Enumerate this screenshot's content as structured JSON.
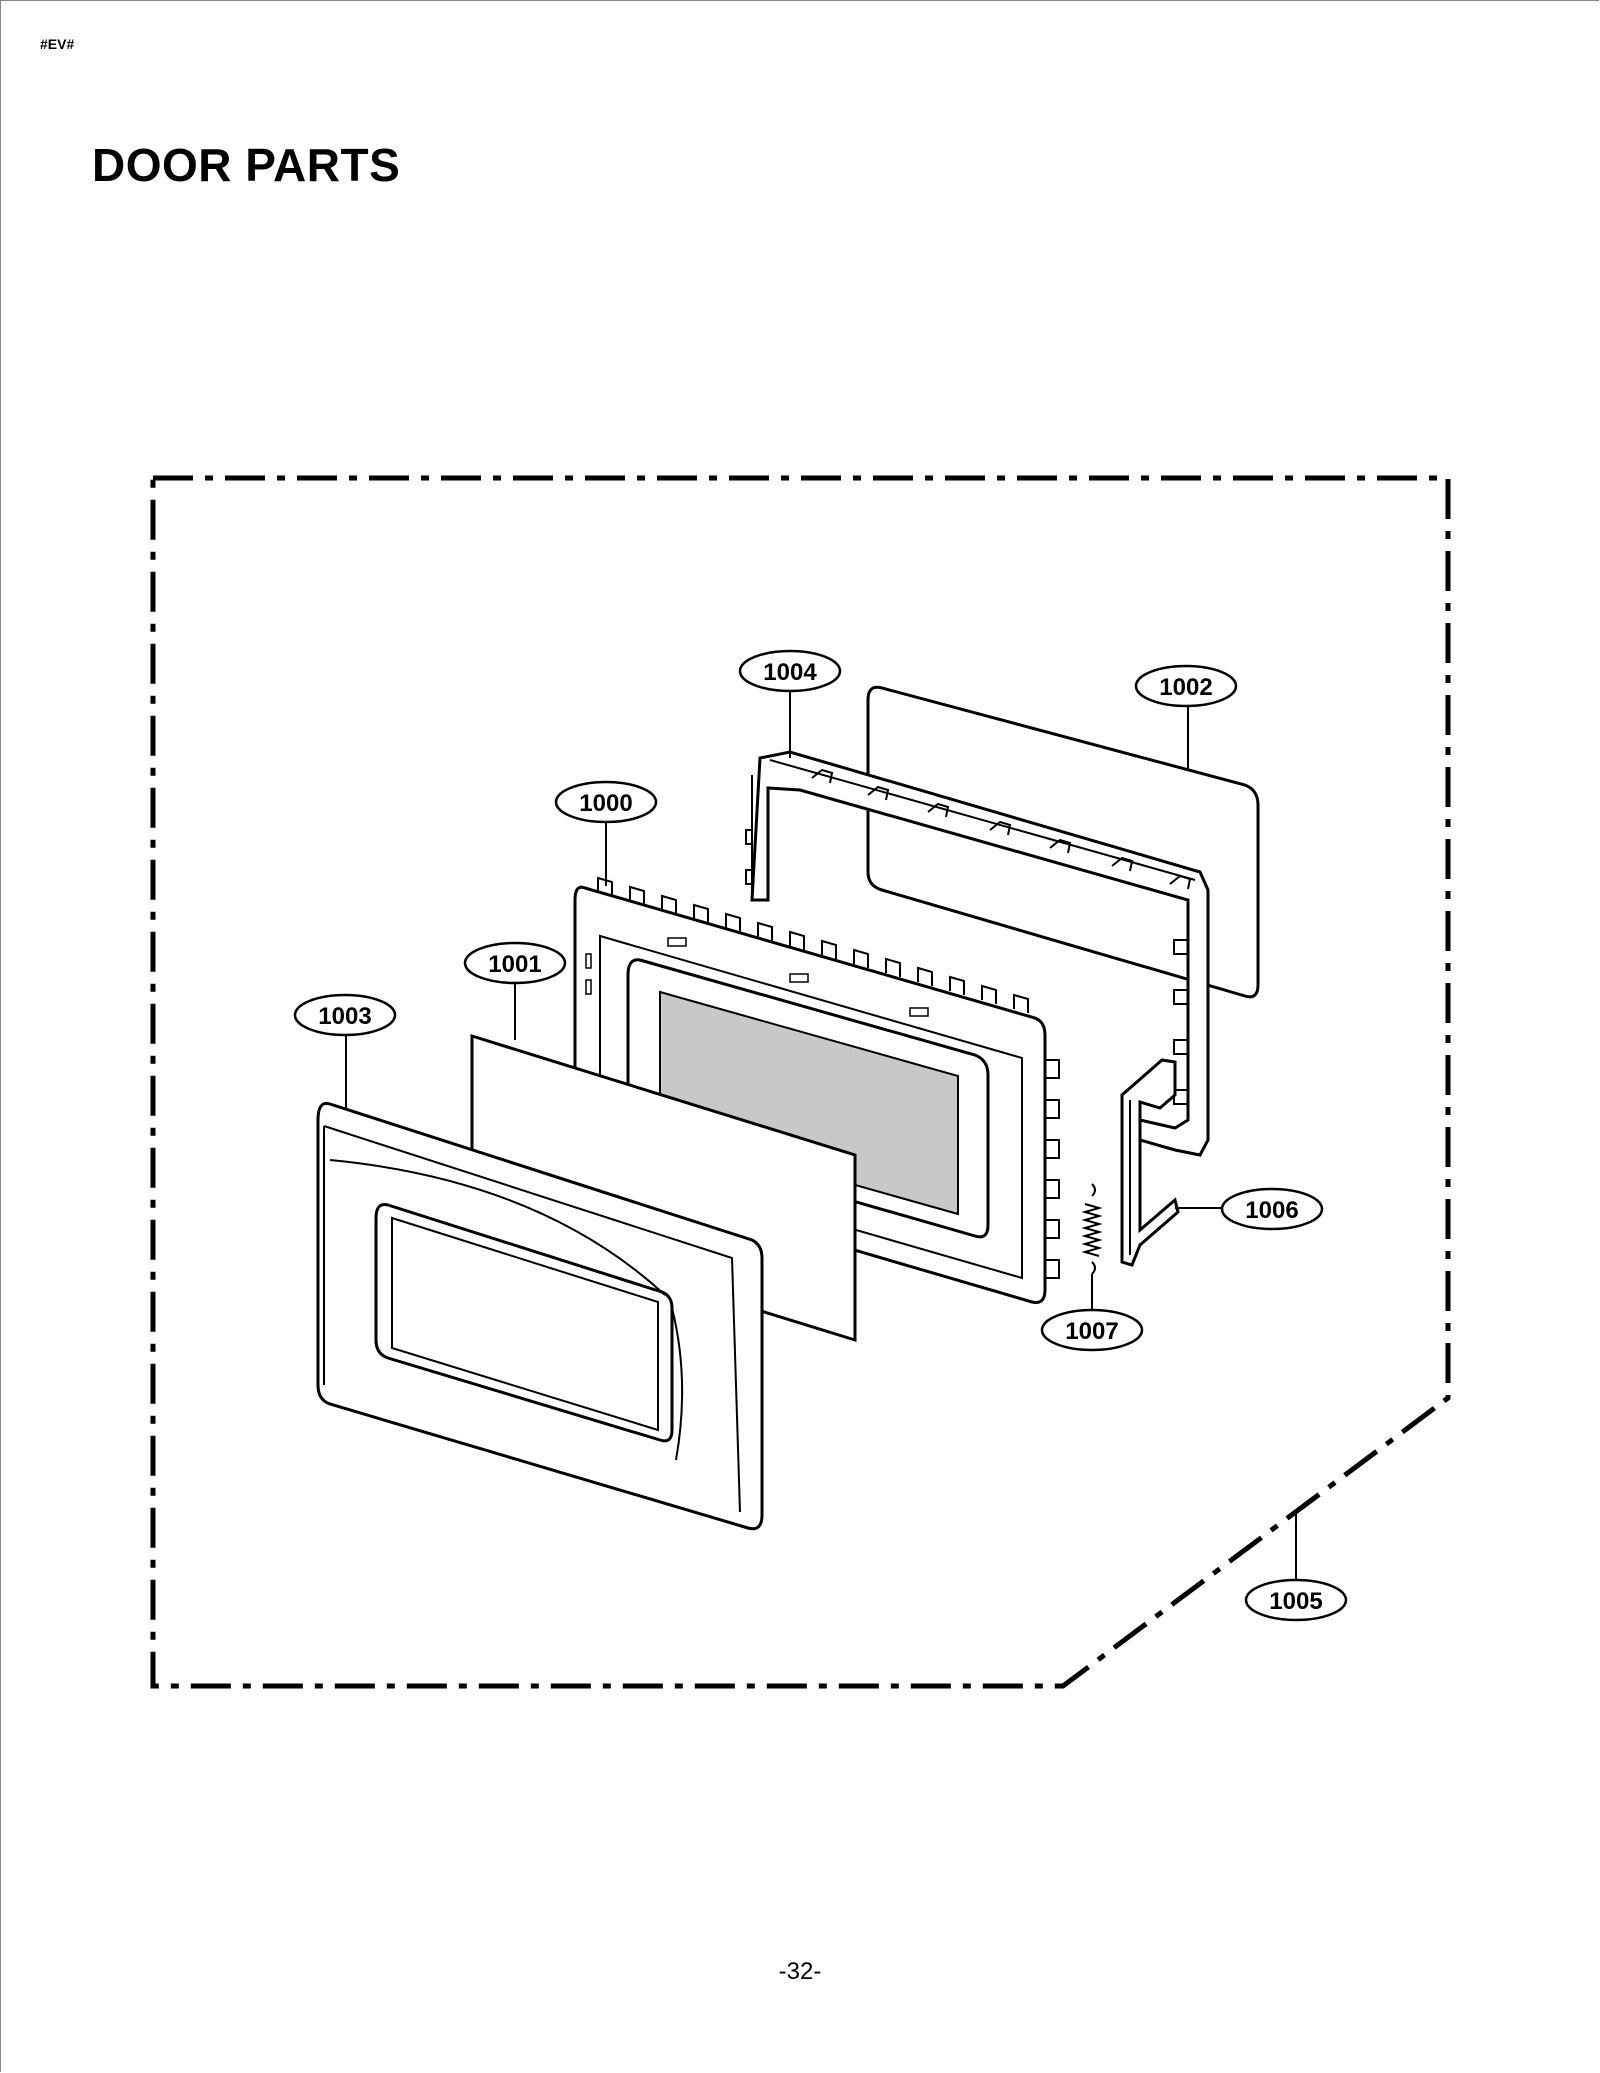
{
  "header": {
    "code": "#EV#",
    "title": "DOOR PARTS"
  },
  "footer": {
    "page_number": "-32-"
  },
  "callouts": {
    "c1000": "1000",
    "c1001": "1001",
    "c1002": "1002",
    "c1003": "1003",
    "c1004": "1004",
    "c1005": "1005",
    "c1006": "1006",
    "c1007": "1007"
  }
}
